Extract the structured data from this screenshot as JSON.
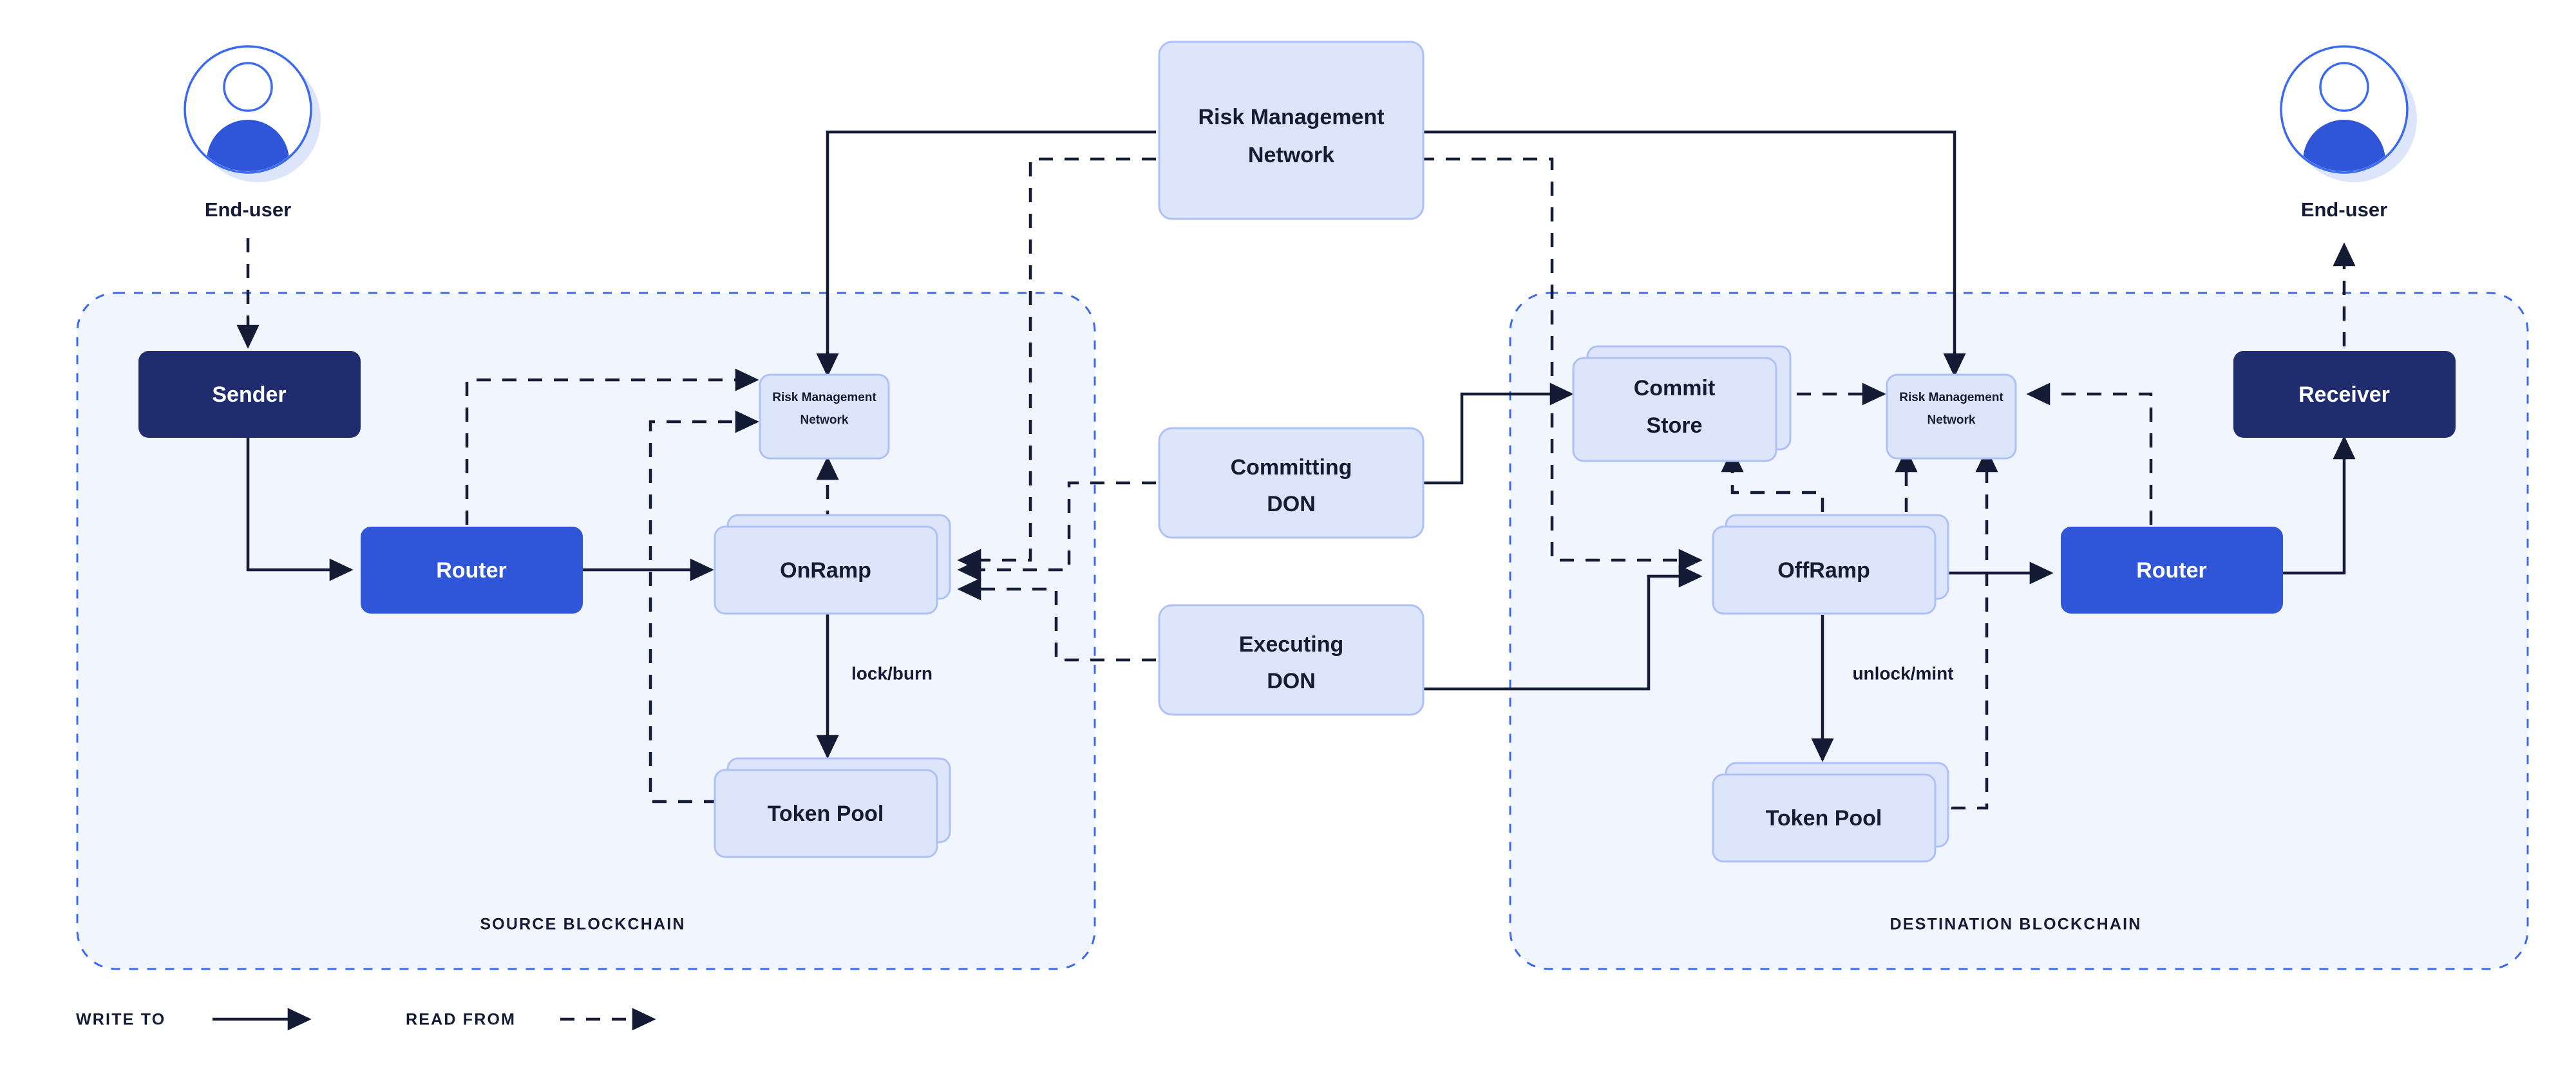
{
  "actors": {
    "left": {
      "label": "End-user",
      "icon": "user-avatar-icon"
    },
    "right": {
      "label": "End-user",
      "icon": "user-avatar-icon"
    }
  },
  "regions": [
    {
      "id": "source",
      "label": "SOURCE BLOCKCHAIN"
    },
    {
      "id": "destination",
      "label": "DESTINATION BLOCKCHAIN"
    }
  ],
  "nodes": {
    "sender": {
      "label": "Sender",
      "style": "dark"
    },
    "router_source": {
      "label": "Router",
      "style": "blue"
    },
    "rmn_source": {
      "label_line1": "Risk  Management",
      "label_line2": "Network",
      "style": "light-small"
    },
    "onramp": {
      "label": "OnRamp",
      "style": "light-stacked"
    },
    "token_pool_source": {
      "label": "Token Pool",
      "style": "light-stacked"
    },
    "rmn_center": {
      "label_line1": "Risk  Management",
      "label_line2": "Network",
      "style": "light"
    },
    "committing_don": {
      "label_line1": "Committing",
      "label_line2": "DON",
      "style": "light"
    },
    "executing_don": {
      "label_line1": "Executing",
      "label_line2": "DON",
      "style": "light"
    },
    "commit_store": {
      "label_line1": "Commit",
      "label_line2": "Store",
      "style": "light-stacked"
    },
    "rmn_dest": {
      "label_line1": "Risk  Management",
      "label_line2": "Network",
      "style": "light-small"
    },
    "offramp": {
      "label": "OffRamp",
      "style": "light-stacked"
    },
    "token_pool_dest": {
      "label": "Token Pool",
      "style": "light-stacked"
    },
    "router_dest": {
      "label": "Router",
      "style": "blue"
    },
    "receiver": {
      "label": "Receiver",
      "style": "dark"
    }
  },
  "edge_labels": {
    "lock_burn": "lock/burn",
    "unlock_mint": "unlock/mint"
  },
  "legend": {
    "write_to": "WRITE TO",
    "read_from": "READ FROM"
  },
  "colors": {
    "region_fill": "#f1f5fd",
    "region_border": "#3b6af0",
    "node_dark": "#1f2d6e",
    "node_blue": "#2f56d9",
    "node_light_fill": "#dde5fb",
    "node_light_border": "#aec1f6",
    "line": "#141b34",
    "text_dark": "#141b34",
    "text_light": "#ffffff",
    "avatar_body": "#2f56d9",
    "avatar_shadow": "#dde5fb"
  }
}
